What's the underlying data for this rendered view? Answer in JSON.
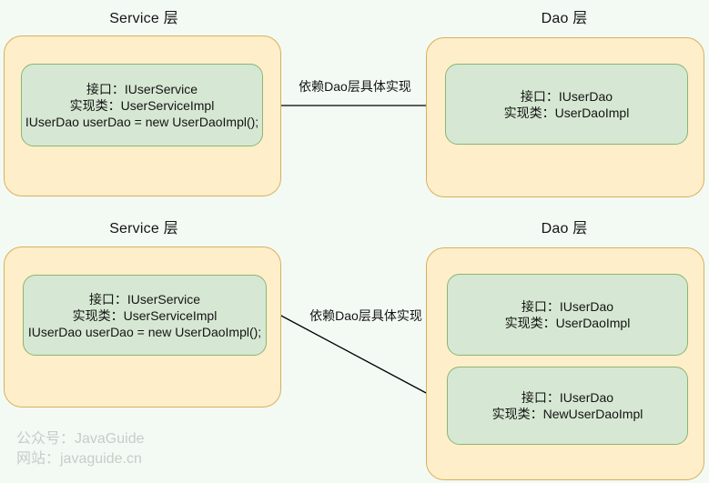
{
  "colors": {
    "canvas_bg": "#f3faf4",
    "layer_fill": "#ffeeca",
    "layer_border": "#d8b05c",
    "node_fill": "#d6e8d3",
    "node_border": "#8ab671",
    "text": "#141414",
    "watermark": "#c8ccc8",
    "arrow": "#000000"
  },
  "d1": {
    "service": {
      "title": "Service 层",
      "lines": {
        "0": "接口：IUserService",
        "1": "实现类：UserServiceImpl",
        "2": "IUserDao userDao = new UserDaoImpl();"
      }
    },
    "dao": {
      "title": "Dao 层",
      "lines": {
        "0": "接口：IUserDao",
        "1": "实现类：UserDaoImpl"
      }
    },
    "arrow_label": "依赖Dao层具体实现"
  },
  "d2": {
    "service": {
      "title": "Service 层",
      "lines": {
        "0": "接口：IUserService",
        "1": "实现类：UserServiceImpl",
        "2": "IUserDao userDao = new UserDaoImpl();"
      }
    },
    "dao": {
      "title": "Dao 层",
      "node_a": {
        "0": "接口：IUserDao",
        "1": "实现类：UserDaoImpl"
      },
      "node_b": {
        "0": "接口：IUserDao",
        "1": "实现类：NewUserDaoImpl"
      }
    },
    "arrow_label": "依赖Dao层具体实现"
  },
  "watermark": {
    "line1": "公众号：JavaGuide",
    "line2": "网站：javaguide.cn"
  }
}
